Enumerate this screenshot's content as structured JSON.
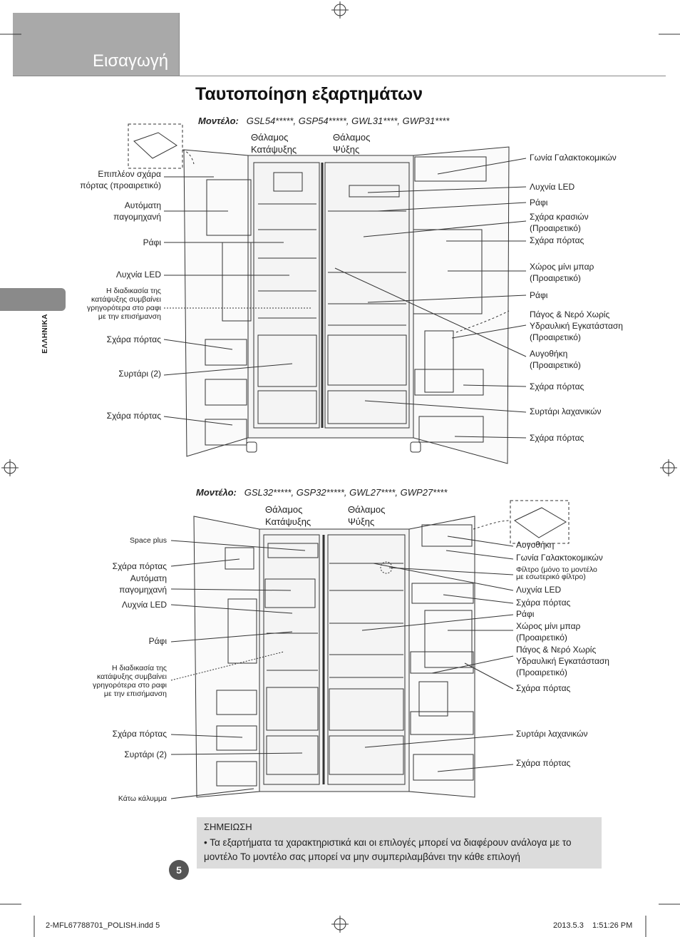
{
  "header": {
    "section": "Εισαγωγή",
    "title": "Ταυτοποίηση εξαρτημάτων"
  },
  "side_tab": {
    "language": "ΕΛΛΗΝΙΚΑ"
  },
  "top": {
    "model_label": "Μοντέλο:",
    "model_value": "GSL54*****, GSP54*****, GWL31****, GWP31****",
    "freezer": "Θάλαμος\nΚατάψυξης",
    "fridge": "Θάλαμος\nΨύξης",
    "left_labels": [
      "Επιπλέον σχάρα\nπόρτας (προαιρετικό)",
      "Αυτόματη\nπαγομηχανή",
      "Ράφι",
      "Λυχνία LED",
      "Η διαδικασία της\nκατάψυξης συμβαίνει\nγρηγορότερα στο ραφι\nμε την επισήμανση",
      "Σχάρα πόρτας",
      "Συρτάρι (2)",
      "Σχάρα πόρτας"
    ],
    "right_labels": [
      "Γωνία Γαλακτοκομικών",
      "Λυχνία LED",
      "Ράφι",
      "Σχάρα κρασιών\n(Προαιρετικό)",
      "Σχάρα πόρτας",
      "Χώρος μίνι μπαρ\n(Προαιρετικό)",
      "Ράφι",
      "Πάγος & Νερό Χωρίς\nΥδραυλική Εγκατάσταση\n(Προαιρετικό)",
      "Αυγοθήκη\n(Προαιρετικό)",
      "Σχάρα πόρτας",
      "Συρτάρι λαχανικών",
      "Σχάρα πόρτας"
    ]
  },
  "bottom": {
    "model_label": "Μοντέλο:",
    "model_value": "GSL32*****, GSP32*****, GWL27****, GWP27****",
    "freezer": "Θάλαμος\nΚατάψυξης",
    "fridge": "Θάλαμος\nΨύξης",
    "left_labels": [
      "Space plus",
      "Σχάρα πόρτας",
      "Αυτόματη\nπαγομηχανή",
      "Λυχνία LED",
      "Ράφι",
      "Η διαδικασία της\nκατάψυξης συμβαίνει\nγρηγορότερα στο ραφι\nμε την επισήμανση",
      "Σχάρα πόρτας",
      "Συρτάρι (2)",
      "Κάτω κάλυμμα"
    ],
    "right_labels": [
      "Αυγοθήκη",
      "Γωνία Γαλακτοκομικών",
      "Φίλτρο (μόνο το μοντέλο\nμε εσωτερικό φίλτρο)",
      "Λυχνία LED",
      "Σχάρα πόρτας",
      "Ράφι",
      "Χώρος μίνι μπαρ\n(Προαιρετικό)",
      "Πάγος & Νερό Χωρίς\nΥδραυλική Εγκατάσταση\n(Προαιρετικό)",
      "Σχάρα πόρτας",
      "Συρτάρι λαχανικών",
      "Σχάρα πόρτας"
    ]
  },
  "note": {
    "title": "ΣΗΜΕΙΩΣΗ",
    "text": "• Τα εξαρτήματα  τα χαρακτηριστικά και οι επιλογές μπορεί να διαφέρουν ανάλογα με το μοντέλο  Το μοντέλο σας μπορεί να μην συμπεριλαμβάνει την κάθε επιλογή"
  },
  "page_number": "5",
  "footer": {
    "file": "2-MFL67788701_POLISH.indd   5",
    "date": "2013.5.3    1:51:26 PM"
  }
}
